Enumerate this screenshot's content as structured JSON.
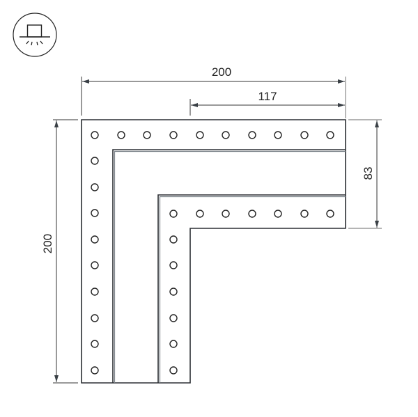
{
  "icon": {
    "name": "ceiling-mount-lamp-icon",
    "description": "Surface-mounted luminaire symbol"
  },
  "dimensions": {
    "overall_width": "200",
    "inner_width": "117",
    "overall_height": "200",
    "arm_height": "83"
  },
  "colors": {
    "line": "#2b2f33",
    "profile_inner": "#6b7278",
    "extension": "#888888",
    "background": "#ffffff"
  }
}
